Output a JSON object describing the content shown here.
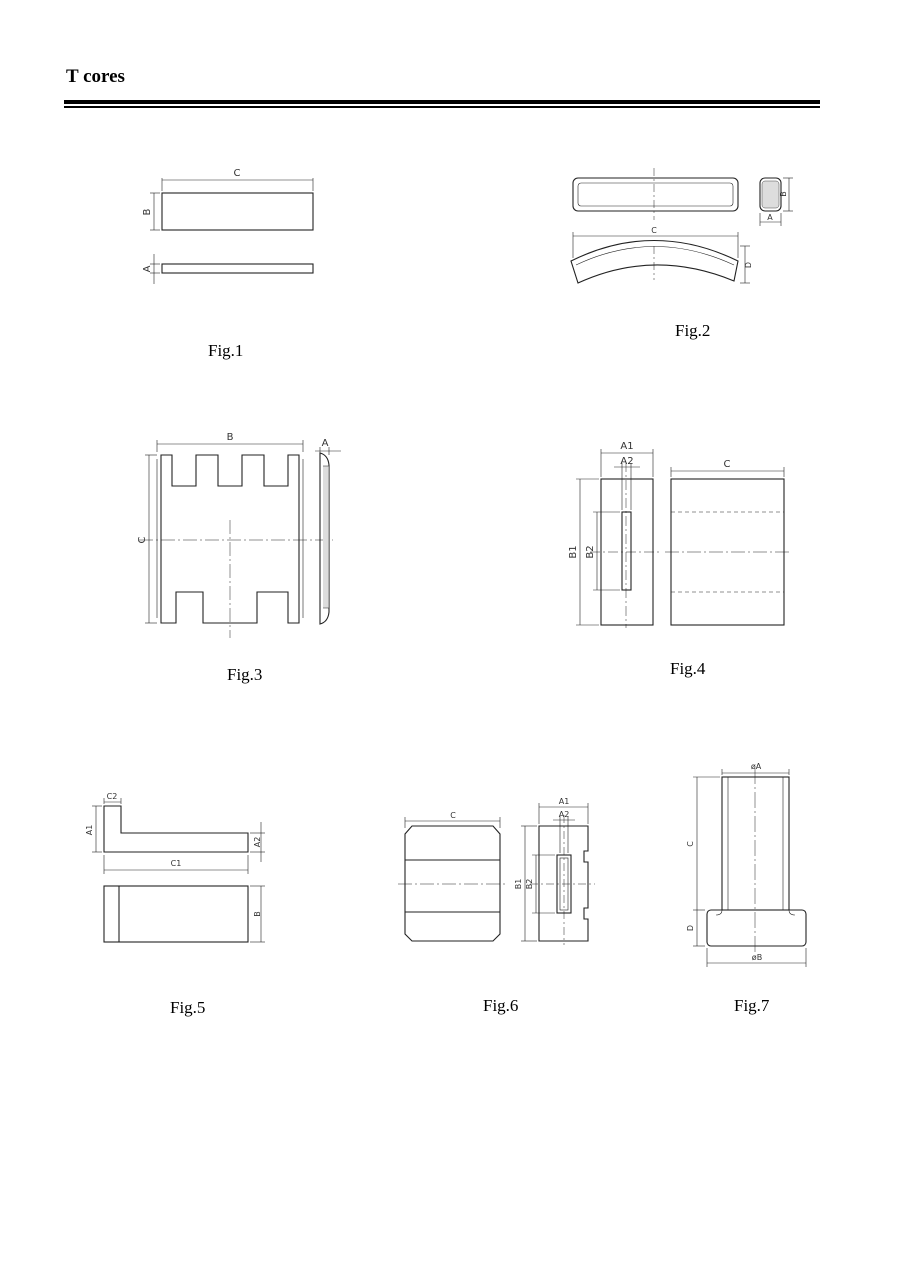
{
  "header": {
    "title": "T cores"
  },
  "figures": [
    {
      "caption": "Fig.1",
      "dims": [
        "C",
        "B",
        "A"
      ]
    },
    {
      "caption": "Fig.2",
      "dims": [
        "C",
        "D",
        "A",
        "B"
      ]
    },
    {
      "caption": "Fig.3",
      "dims": [
        "B",
        "A",
        "C"
      ]
    },
    {
      "caption": "Fig.4",
      "dims": [
        "A1",
        "A2",
        "C",
        "B1",
        "B2"
      ]
    },
    {
      "caption": "Fig.5",
      "dims": [
        "C2",
        "A1",
        "C1",
        "A2",
        "B"
      ]
    },
    {
      "caption": "Fig.6",
      "dims": [
        "C",
        "A1",
        "A2",
        "B1",
        "B2"
      ]
    },
    {
      "caption": "Fig.7",
      "dims": [
        "øA",
        "C",
        "D",
        "øB"
      ]
    }
  ]
}
